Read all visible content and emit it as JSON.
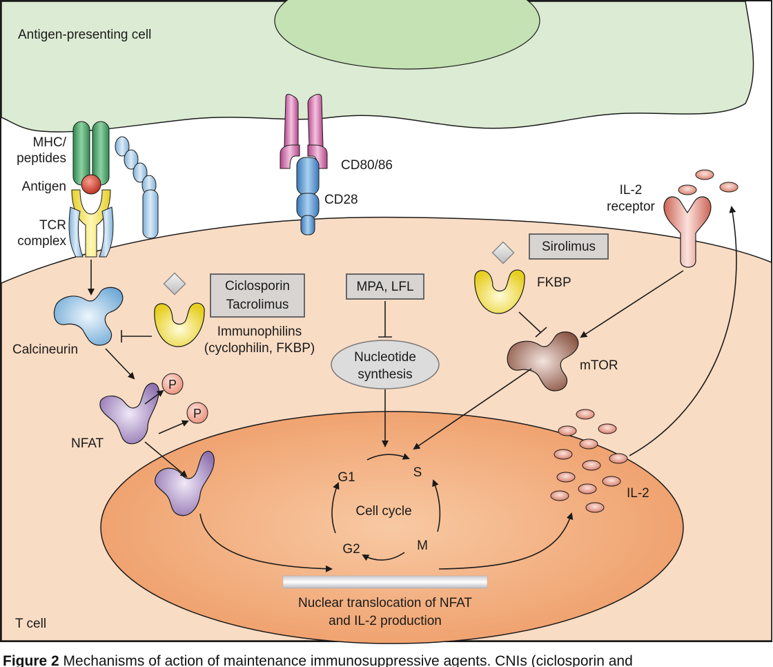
{
  "labels": {
    "apc": "Antigen-presenting cell",
    "mhc_line1": "MHC/",
    "mhc_line2": "peptides",
    "antigen": "Antigen",
    "tcr_line1": "TCR",
    "tcr_line2": "complex",
    "cd80": "CD80/86",
    "cd28": "CD28",
    "il2r_line1": "IL-2",
    "il2r_line2": "receptor",
    "calcineurin": "Calcineurin",
    "ciclosporin": "Ciclosporin",
    "tacrolimus": "Tacrolimus",
    "immunophilins_line1": "Immunophilins",
    "immunophilins_line2": "(cyclophilin, FKBP)",
    "mpa": "MPA, LFL",
    "nucleotide_line1": "Nucleotide",
    "nucleotide_line2": "synthesis",
    "sirolimus": "Sirolimus",
    "fkbp": "FKBP",
    "mtor": "mTOR",
    "nfat": "NFAT",
    "p1": "P",
    "p2": "P",
    "g1": "G1",
    "s": "S",
    "g2": "G2",
    "m": "M",
    "cell_cycle": "Cell cycle",
    "il2": "IL-2",
    "nuclear_line1": "Nuclear translocation of NFAT",
    "nuclear_line2": "and IL-2 production",
    "tcell": "T cell"
  },
  "caption": {
    "figure": "Figure 2",
    "text": " Mechanisms of action of maintenance immunosuppressive agents. CNIs (ciclosporin and"
  },
  "colors": {
    "apc_fill": "#dcebd3",
    "apc_nucleus": "#c4e2b4",
    "tcell_fill": "#f9dcc4",
    "nucleus_fill": "#f3b889",
    "mhc": "#3f9e62",
    "tcr_yellow": "#f2e35a",
    "tcr_blue": "#a7cbe8",
    "antigen": "#d8463a",
    "cd80": "#c45b9a",
    "cd28": "#4d8cc8",
    "il2r": "#d9786a",
    "calcineurin": "#8bbde3",
    "immunophilin": "#f3e142",
    "mtor": "#9c6352",
    "nfat": "#a98dc4",
    "phosphate": "#f2aa98",
    "il2_particle": "#e7a191",
    "drug_box": "#d5d1cf"
  }
}
